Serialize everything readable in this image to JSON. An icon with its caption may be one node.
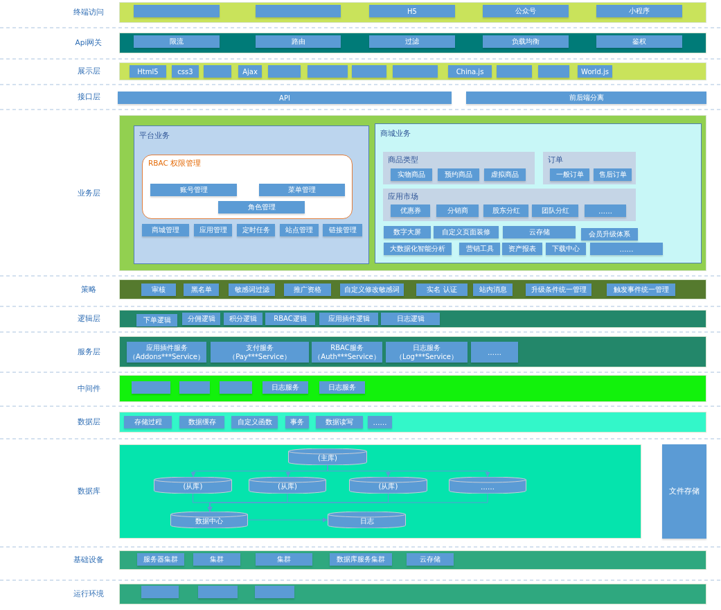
{
  "diagram": {
    "nodes": [
      {
        "text": [
          "终端访问"
        ]
      },
      {
        "text": [],
        "shape": "box",
        "in": 0
      },
      {
        "text": [],
        "shape": "box",
        "in": 0
      },
      {
        "text": [
          "H5"
        ],
        "in": 0
      },
      {
        "text": [
          "公众号"
        ],
        "in": 0
      },
      {
        "text": [
          "小程序"
        ],
        "in": 0
      },
      {
        "text": [
          "Api网关"
        ]
      },
      {
        "text": [
          "限流"
        ],
        "in": 6
      },
      {
        "text": [
          "路由"
        ],
        "in": 6
      },
      {
        "text": [
          "过滤"
        ],
        "in": 6
      },
      {
        "text": [
          "负载均衡"
        ],
        "in": 6
      },
      {
        "text": [
          "鉴权"
        ],
        "in": 6
      },
      {
        "text": [
          "展示层"
        ]
      },
      {
        "text": [
          "Html5"
        ],
        "in": 12
      },
      {
        "text": [
          "css3"
        ],
        "in": 12
      },
      {
        "text": [],
        "shape": "box",
        "in": 12
      },
      {
        "text": [
          "Ajax"
        ],
        "in": 12
      },
      {
        "text": [],
        "shape": "box",
        "in": 12
      },
      {
        "text": [],
        "shape": "box",
        "in": 12
      },
      {
        "text": [],
        "shape": "box",
        "in": 12
      },
      {
        "text": [],
        "shape": "box",
        "in": 12
      },
      {
        "text": [
          "China.js"
        ],
        "in": 12
      },
      {
        "text": [],
        "shape": "box",
        "in": 12
      },
      {
        "text": [],
        "shape": "box",
        "in": 12
      },
      {
        "text": [
          "World.js"
        ],
        "in": 12
      },
      {
        "text": [
          "API"
        ]
      },
      {
        "text": [
          "前后端分离"
        ]
      },
      {
        "text": [
          "业务层"
        ]
      },
      {
        "text": [
          "平台业务"
        ],
        "in": 27
      },
      {
        "text": [
          "RBAC 权限管理"
        ],
        "in": 28
      },
      {
        "text": [
          "账号管理"
        ],
        "in": 29
      },
      {
        "text": [
          "菜单管理"
        ],
        "in": 29
      },
      {
        "text": [
          "角色管理"
        ],
        "in": 29
      },
      {
        "text": [
          "商城管理"
        ],
        "in": 28
      },
      {
        "text": [
          "应用管理"
        ],
        "in": 28
      },
      {
        "text": [
          "定时任务"
        ],
        "in": 28
      },
      {
        "text": [
          "站点管理"
        ],
        "in": 28
      },
      {
        "text": [
          "链接管理"
        ],
        "in": 28
      },
      {
        "text": [
          "商城业务"
        ],
        "in": 27
      },
      {
        "text": [
          "商品类型"
        ],
        "in": 38
      },
      {
        "text": [
          "实物商品"
        ],
        "in": 39
      },
      {
        "text": [
          "预约商品"
        ],
        "in": 39
      },
      {
        "text": [
          "虚拟商品"
        ],
        "in": 39
      },
      {
        "text": [
          "订单"
        ],
        "in": 38
      },
      {
        "text": [
          "一般订单"
        ],
        "in": 43
      },
      {
        "text": [
          "售后订单"
        ],
        "in": 43
      },
      {
        "text": [
          "应用市场"
        ],
        "in": 38
      },
      {
        "text": [
          "优惠券"
        ],
        "in": 46
      },
      {
        "text": [
          "分销商"
        ],
        "in": 46
      },
      {
        "text": [
          "股东分红"
        ],
        "in": 46
      },
      {
        "text": [
          "团队分红"
        ],
        "in": 46
      },
      {
        "text": [
          "……"
        ],
        "in": 46
      },
      {
        "text": [
          "数字大屏"
        ],
        "in": 38
      },
      {
        "text": [
          "自定义页面装修"
        ],
        "in": 38
      },
      {
        "text": [
          "云存储"
        ],
        "in": 38
      },
      {
        "text": [
          "会员升级体系"
        ],
        "in": 38
      },
      {
        "text": [
          "大数据化智能分析"
        ],
        "in": 38
      },
      {
        "text": [
          "营销工具"
        ],
        "in": 38
      },
      {
        "text": [
          "资产报表"
        ],
        "in": 38
      },
      {
        "text": [
          "下载中心"
        ],
        "in": 38
      },
      {
        "text": [
          "……"
        ],
        "in": 38
      },
      {
        "text": [
          "策略"
        ]
      },
      {
        "text": [
          "审核"
        ],
        "in": 61
      },
      {
        "text": [
          "黑名单"
        ],
        "in": 61
      },
      {
        "text": [
          "敏感词过滤"
        ],
        "in": 61
      },
      {
        "text": [
          "推广资格"
        ],
        "in": 61
      },
      {
        "text": [
          "自定义修改敏感词"
        ],
        "in": 61
      },
      {
        "text": [
          "实名 认证"
        ],
        "in": 61
      },
      {
        "text": [
          "站内消息"
        ],
        "in": 61
      },
      {
        "text": [
          "升级条件统一管理"
        ],
        "in": 61
      },
      {
        "text": [
          "触发事件统一管理"
        ],
        "in": 61
      },
      {
        "text": [
          "逻辑层"
        ]
      },
      {
        "text": [
          "下单逻辑"
        ],
        "in": 71
      },
      {
        "text": [
          "分佣逻辑"
        ],
        "in": 71
      },
      {
        "text": [
          "积分逻辑"
        ],
        "in": 71
      },
      {
        "text": [
          "RBAC逻辑"
        ],
        "in": 71
      },
      {
        "text": [
          "应用插件逻辑"
        ],
        "in": 71
      },
      {
        "text": [
          "日志逻辑"
        ],
        "in": 71
      },
      {
        "text": [
          "服务层"
        ]
      },
      {
        "text": [
          "应用插件服务",
          "（Addons***Service）"
        ],
        "in": 78
      },
      {
        "text": [
          "支付服务",
          "（Pay***Service）"
        ],
        "in": 78
      },
      {
        "text": [
          "RBAC服务",
          "（Auth***Service）"
        ],
        "in": 78
      },
      {
        "text": [
          "日志服务",
          "（Log***Service）"
        ],
        "in": 78
      },
      {
        "text": [
          "……"
        ],
        "in": 78
      },
      {
        "text": [
          "中间件"
        ]
      },
      {
        "text": [],
        "shape": "box",
        "in": 84
      },
      {
        "text": [],
        "shape": "box",
        "in": 84
      },
      {
        "text": [],
        "shape": "box",
        "in": 84
      },
      {
        "text": [
          "日志服务"
        ],
        "in": 84
      },
      {
        "text": [
          "日志服务"
        ],
        "in": 84
      },
      {
        "text": [
          "数据层"
        ]
      },
      {
        "text": [
          "存储过程"
        ],
        "in": 90
      },
      {
        "text": [
          "数据缓存"
        ],
        "in": 90
      },
      {
        "text": [
          "自定义函数"
        ],
        "in": 90
      },
      {
        "text": [
          "事务"
        ],
        "in": 90
      },
      {
        "text": [
          "数据读写"
        ],
        "in": 90
      },
      {
        "text": [
          "……"
        ],
        "in": 90
      },
      {
        "text": [
          "数据库"
        ]
      },
      {
        "text": [
          "(主库)"
        ],
        "in": 97
      },
      {
        "text": [
          "(从库)"
        ],
        "in": 97
      },
      {
        "text": [
          "(从库)"
        ],
        "in": 97
      },
      {
        "text": [
          "(从库)"
        ],
        "in": 97
      },
      {
        "text": [
          "……"
        ],
        "in": 97
      },
      {
        "text": [
          "数据中心"
        ],
        "in": 97
      },
      {
        "text": [
          "日志"
        ],
        "in": 97
      },
      {
        "text": [
          "文件存储"
        ]
      },
      {
        "text": [
          "基础设备"
        ]
      },
      {
        "text": [
          "服务器集群"
        ],
        "in": 106
      },
      {
        "text": [
          "集群"
        ],
        "in": 106
      },
      {
        "text": [
          "集群"
        ],
        "in": 106
      },
      {
        "text": [
          "数据库服务集群"
        ],
        "in": 106
      },
      {
        "text": [
          "云存储"
        ],
        "in": 106
      },
      {
        "text": [
          "运行环境"
        ]
      },
      {
        "text": [],
        "shape": "box",
        "in": 112
      },
      {
        "text": [],
        "shape": "box",
        "in": 112
      },
      {
        "text": [],
        "shape": "box",
        "in": 112
      }
    ],
    "edges": [
      {
        "from": 98,
        "to": 99,
        "arrow": "to"
      },
      {
        "from": 98,
        "to": 100,
        "arrow": "to"
      },
      {
        "from": 98,
        "to": 101,
        "arrow": "to"
      },
      {
        "from": 98,
        "to": 102,
        "arrow": "to"
      },
      {
        "from": 99,
        "to": 103,
        "arrow": "to"
      },
      {
        "from": 100,
        "to": 103,
        "arrow": "to"
      },
      {
        "from": 101,
        "to": 103,
        "arrow": "to"
      },
      {
        "from": 102,
        "to": 103,
        "arrow": "to"
      },
      {
        "from": 103,
        "to": 104,
        "arrow": "to"
      }
    ],
    "labels": [
      "接口层"
    ]
  }
}
